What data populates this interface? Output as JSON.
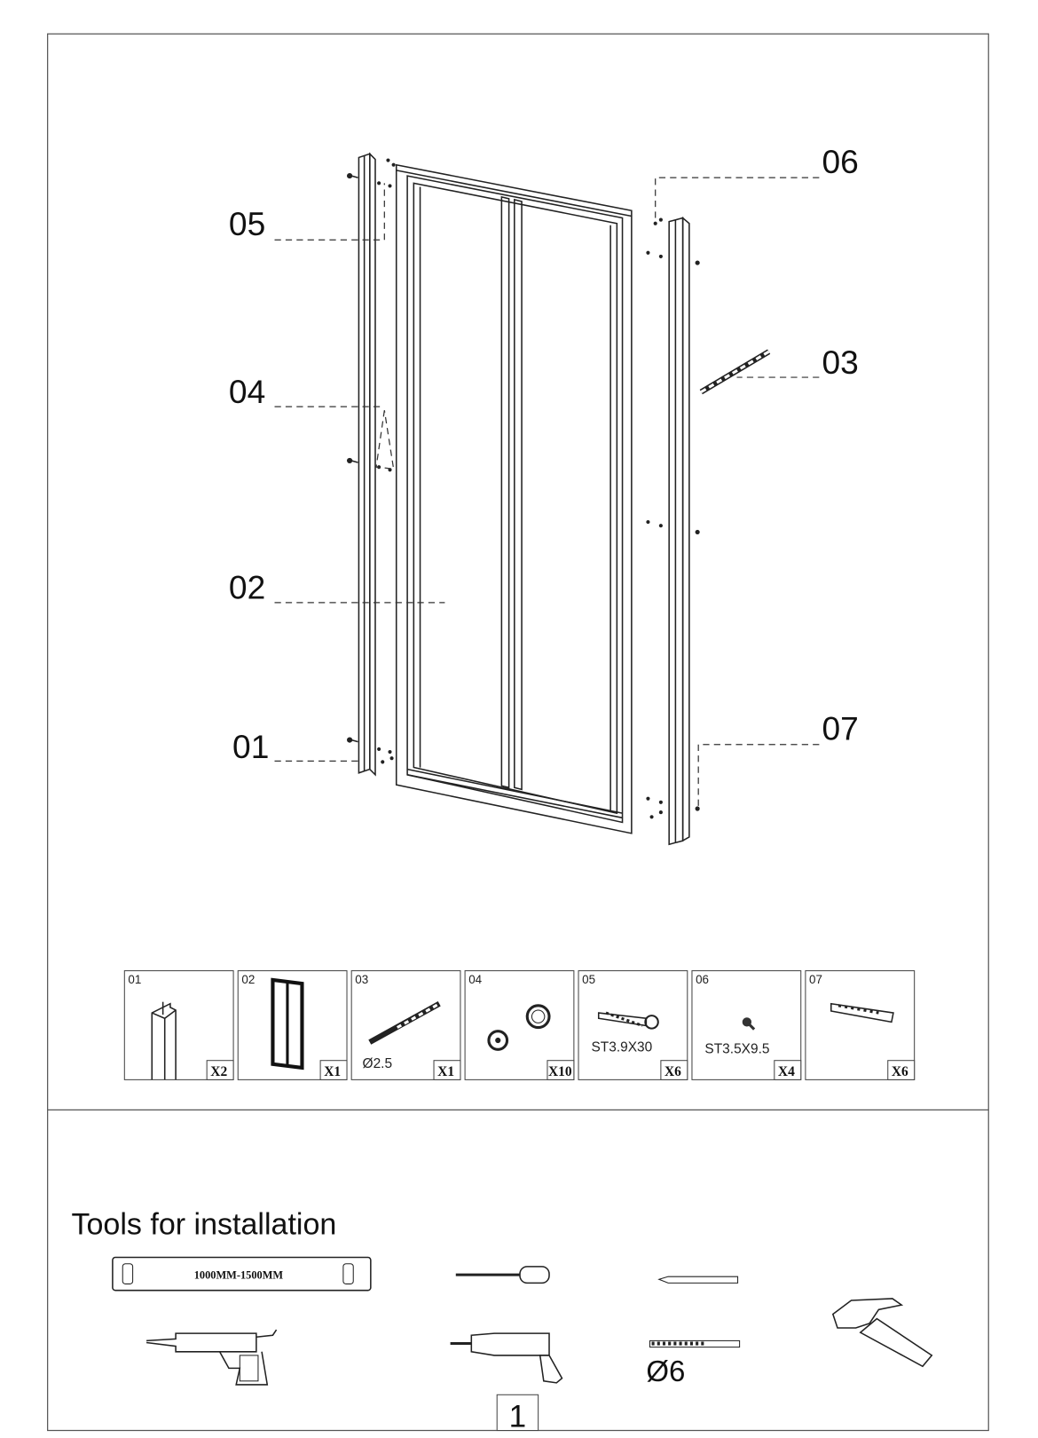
{
  "callouts": {
    "p01": "01",
    "p02": "02",
    "p03": "03",
    "p04": "04",
    "p05": "05",
    "p06": "06",
    "p07": "07"
  },
  "parts": [
    {
      "num": "01",
      "spec": "",
      "qty": "X2"
    },
    {
      "num": "02",
      "spec": "",
      "qty": "X1"
    },
    {
      "num": "03",
      "spec": "Ø2.5",
      "qty": "X1"
    },
    {
      "num": "04",
      "spec": "",
      "qty": "X10"
    },
    {
      "num": "05",
      "spec": "ST3.9X30",
      "qty": "X6"
    },
    {
      "num": "06",
      "spec": "ST3.5X9.5",
      "qty": "X4"
    },
    {
      "num": "07",
      "spec": "",
      "qty": "X6"
    }
  ],
  "tools": {
    "title": "Tools for installation",
    "level_label": "1000MM-1500MM",
    "drill_bit_label": "Ø6"
  },
  "page_number": "1"
}
